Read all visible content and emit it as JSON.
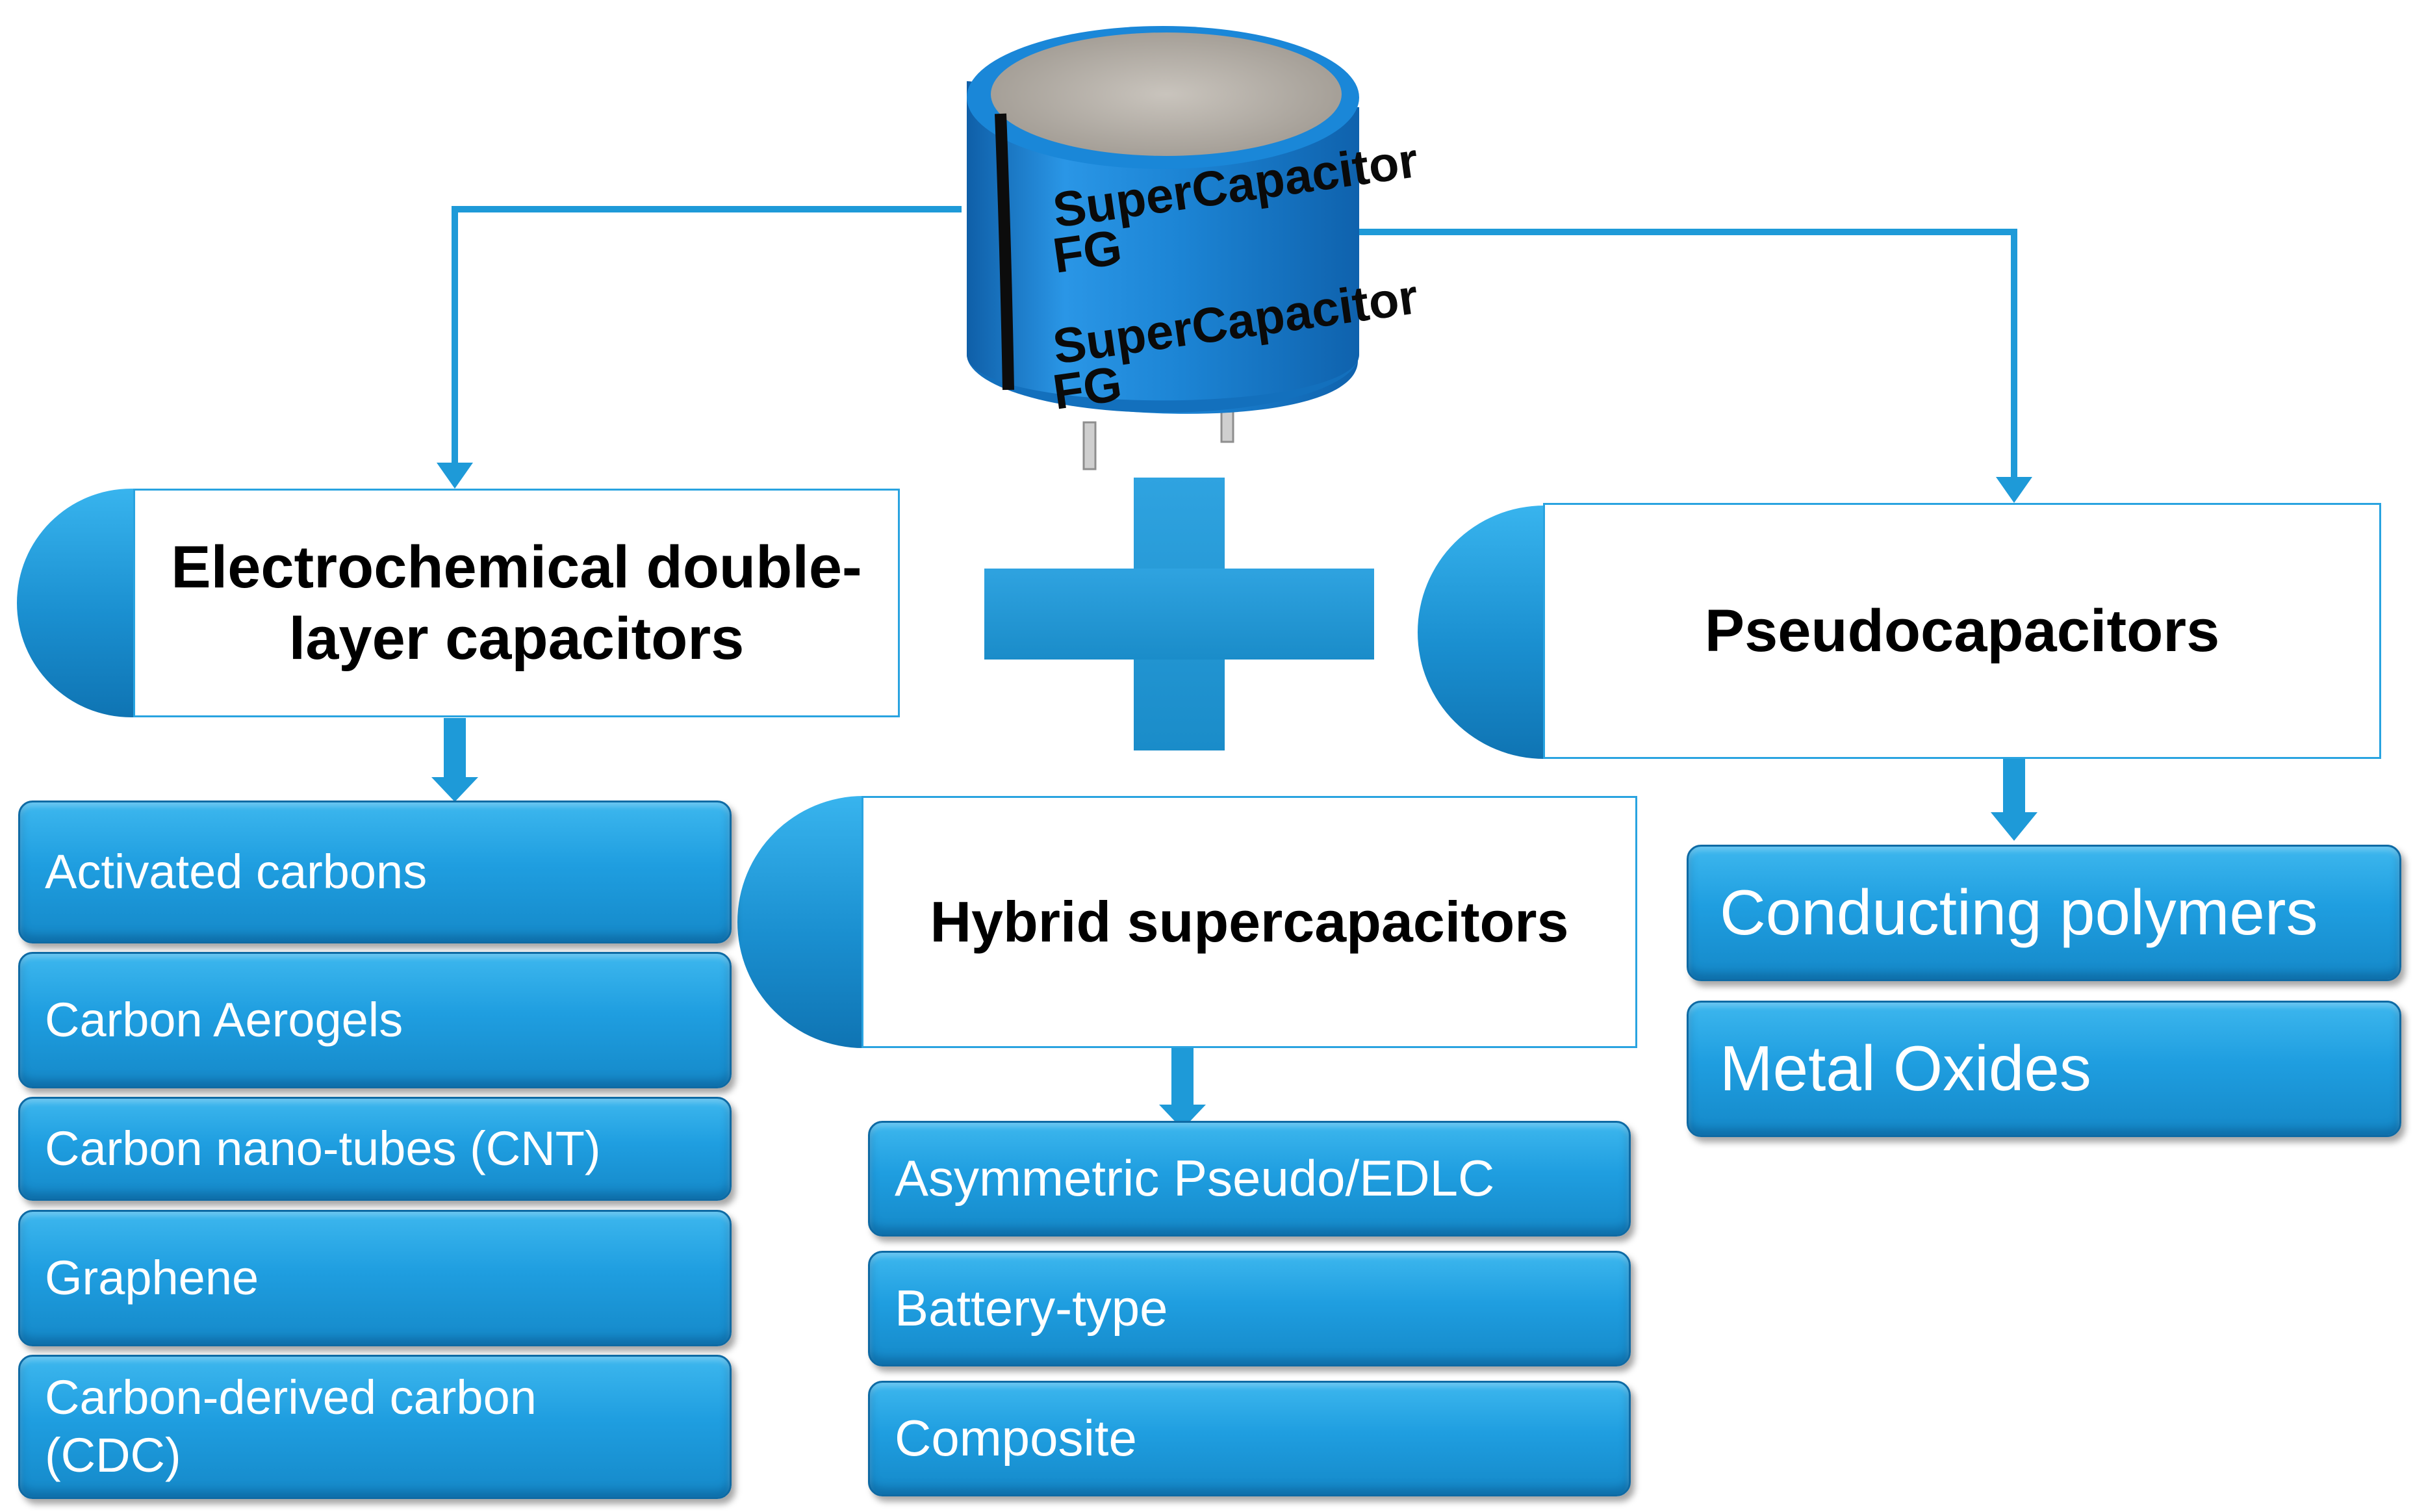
{
  "capacitor": {
    "label_line1": "SuperCapacitor",
    "label_line2": "FG",
    "label_line3": "SuperCapacitor",
    "label_line4": "FG"
  },
  "categories": {
    "edlc": {
      "title": "Electrochemical double-layer capacitors"
    },
    "pseudo": {
      "title": "Pseudocapacitors"
    },
    "hybrid": {
      "title": "Hybrid supercapacitors"
    }
  },
  "edlc_items": [
    "Activated carbons",
    "Carbon Aerogels",
    "Carbon nano-tubes (CNT)",
    "Graphene",
    "Carbon-derived carbon (CDC)"
  ],
  "pseudo_items": [
    "Conducting polymers",
    "Metal Oxides"
  ],
  "hybrid_items": [
    "Asymmetric Pseudo/EDLC",
    "Battery-type",
    "Composite"
  ],
  "colors": {
    "accent": "#1f9ee0",
    "line": "#1e9ad8",
    "box_border": "#29a3e0",
    "capacitor_body": "#1b86d6"
  }
}
